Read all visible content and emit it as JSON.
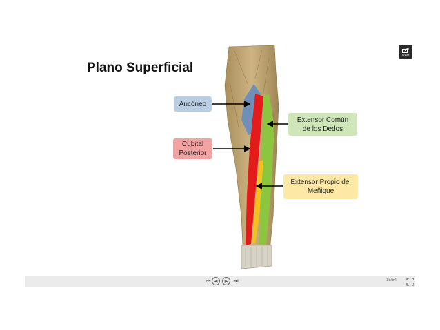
{
  "slide": {
    "title": "Plano Superficial",
    "labels": {
      "anconeo": "Ancóneo",
      "cubital_posterior_line1": "Cubital",
      "cubital_posterior_line2": "Posterior",
      "extensor_comun_line1": "Extensor Común",
      "extensor_comun_line2": "de los Dedos",
      "extensor_propio_line1": "Extensor Propio del",
      "extensor_propio_line2": "Meñique"
    }
  },
  "toolbar": {
    "share_label": "Share",
    "page_counter": "15/54"
  },
  "icons": {
    "share": "share-icon",
    "first": "first-slide-icon",
    "prev": "previous-slide-icon",
    "next": "next-slide-icon",
    "last": "last-slide-icon",
    "fullscreen": "fullscreen-icon"
  },
  "colors": {
    "anconeo_bg": "#b9cde3",
    "cubital_bg": "#f4a3a3",
    "extensor_comun_bg": "#cfe7b8",
    "extensor_propio_bg": "#fde8a6",
    "muscle_blue": "#6f8fb8",
    "muscle_red": "#e31b1b",
    "muscle_green": "#8cc63f",
    "muscle_yellow": "#f2c21b"
  }
}
